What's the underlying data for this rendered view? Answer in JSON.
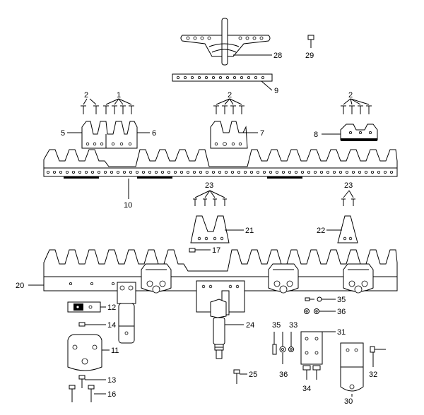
{
  "callouts": [
    {
      "id": "c1",
      "label": "1"
    },
    {
      "id": "c2a",
      "label": "2"
    },
    {
      "id": "c2b",
      "label": "2"
    },
    {
      "id": "c2c",
      "label": "2"
    },
    {
      "id": "c5",
      "label": "5"
    },
    {
      "id": "c6",
      "label": "6"
    },
    {
      "id": "c7",
      "label": "7"
    },
    {
      "id": "c8",
      "label": "8"
    },
    {
      "id": "c9",
      "label": "9"
    },
    {
      "id": "c10",
      "label": "10"
    },
    {
      "id": "c11",
      "label": "11"
    },
    {
      "id": "c12",
      "label": "12"
    },
    {
      "id": "c13",
      "label": "13"
    },
    {
      "id": "c14",
      "label": "14"
    },
    {
      "id": "c16",
      "label": "16"
    },
    {
      "id": "c17",
      "label": "17"
    },
    {
      "id": "c20",
      "label": "20"
    },
    {
      "id": "c21",
      "label": "21"
    },
    {
      "id": "c22",
      "label": "22"
    },
    {
      "id": "c23a",
      "label": "23"
    },
    {
      "id": "c23b",
      "label": "23"
    },
    {
      "id": "c24",
      "label": "24"
    },
    {
      "id": "c25",
      "label": "25"
    },
    {
      "id": "c28",
      "label": "28"
    },
    {
      "id": "c29",
      "label": "29"
    },
    {
      "id": "c30",
      "label": "30"
    },
    {
      "id": "c31",
      "label": "31"
    },
    {
      "id": "c32",
      "label": "32"
    },
    {
      "id": "c33",
      "label": "33"
    },
    {
      "id": "c34",
      "label": "34"
    },
    {
      "id": "c35a",
      "label": "35"
    },
    {
      "id": "c35b",
      "label": "35"
    },
    {
      "id": "c36a",
      "label": "36"
    },
    {
      "id": "c36b",
      "label": "36"
    }
  ]
}
